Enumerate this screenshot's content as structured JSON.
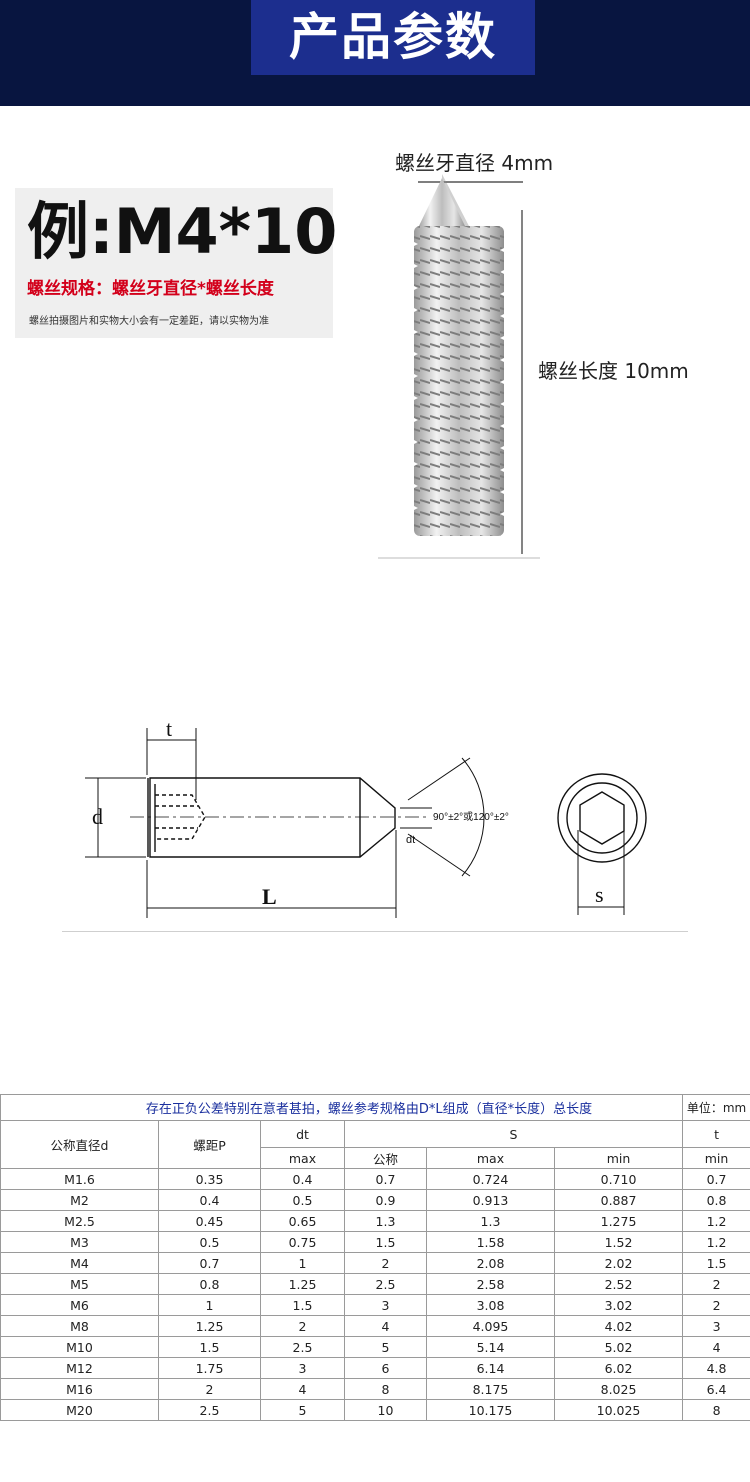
{
  "header": {
    "title": "产品参数"
  },
  "example": {
    "title": "例:M4*10",
    "spec": "螺丝规格：螺丝牙直径*螺丝长度",
    "note": "螺丝拍摄图片和实物大小会有一定差距，请以实物为准"
  },
  "photo_labels": {
    "diameter": "螺丝牙直径 4mm",
    "length": "螺丝长度 10mm"
  },
  "drawing": {
    "label_t": "t",
    "label_d": "d",
    "label_L": "L",
    "label_dt": "dt",
    "label_angle": "90°±2°或120°±2°",
    "label_s": "s"
  },
  "table": {
    "notice": "存在正负公差特别在意者甚拍，螺丝参考规格由D*L组成（直径*长度）总长度",
    "unit": "单位：mm",
    "headers": {
      "nominal_d": "公称直径d",
      "pitch": "螺距P",
      "dt": "dt",
      "s": "S",
      "t": "t",
      "dt_max": "max",
      "s_nominal": "公称",
      "s_max": "max",
      "s_min": "min",
      "t_min": "min"
    },
    "rows": [
      [
        "M1.6",
        "0.35",
        "0.4",
        "0.7",
        "0.724",
        "0.710",
        "0.7"
      ],
      [
        "M2",
        "0.4",
        "0.5",
        "0.9",
        "0.913",
        "0.887",
        "0.8"
      ],
      [
        "M2.5",
        "0.45",
        "0.65",
        "1.3",
        "1.3",
        "1.275",
        "1.2"
      ],
      [
        "M3",
        "0.5",
        "0.75",
        "1.5",
        "1.58",
        "1.52",
        "1.2"
      ],
      [
        "M4",
        "0.7",
        "1",
        "2",
        "2.08",
        "2.02",
        "1.5"
      ],
      [
        "M5",
        "0.8",
        "1.25",
        "2.5",
        "2.58",
        "2.52",
        "2"
      ],
      [
        "M6",
        "1",
        "1.5",
        "3",
        "3.08",
        "3.02",
        "2"
      ],
      [
        "M8",
        "1.25",
        "2",
        "4",
        "4.095",
        "4.02",
        "3"
      ],
      [
        "M10",
        "1.5",
        "2.5",
        "5",
        "5.14",
        "5.02",
        "4"
      ],
      [
        "M12",
        "1.75",
        "3",
        "6",
        "6.14",
        "6.02",
        "4.8"
      ],
      [
        "M16",
        "2",
        "4",
        "8",
        "8.175",
        "8.025",
        "6.4"
      ],
      [
        "M20",
        "2.5",
        "5",
        "10",
        "10.175",
        "10.025",
        "8"
      ]
    ]
  }
}
